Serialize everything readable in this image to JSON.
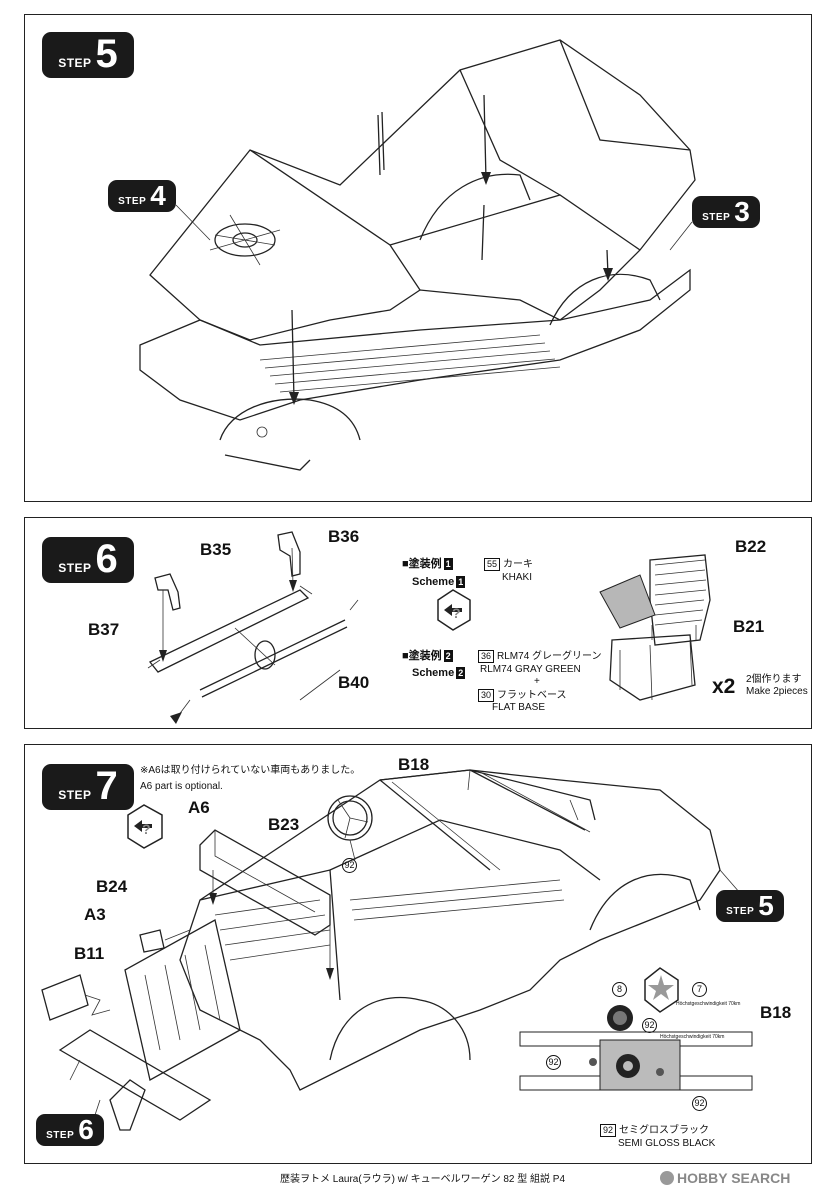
{
  "steps": {
    "s5": {
      "word": "STEP",
      "num": "5"
    },
    "s4": {
      "word": "STEP",
      "num": "4"
    },
    "s3": {
      "word": "STEP",
      "num": "3"
    },
    "s6": {
      "word": "STEP",
      "num": "6"
    },
    "s7": {
      "word": "STEP",
      "num": "7"
    },
    "s5ref": {
      "word": "STEP",
      "num": "5"
    },
    "s6ref": {
      "word": "STEP",
      "num": "6"
    }
  },
  "step6": {
    "parts": {
      "b35": "B35",
      "b36": "B36",
      "b37": "B37",
      "b40": "B40",
      "b22": "B22",
      "b21": "B21"
    },
    "scheme1": {
      "jp": "■塗装例",
      "num": "1",
      "en": "Scheme",
      "code": "55",
      "color_jp": "カーキ",
      "color_en": "KHAKI"
    },
    "scheme2": {
      "jp": "■塗装例",
      "num": "2",
      "en": "Scheme",
      "code1": "36",
      "color1_jp": "RLM74 グレーグリーン",
      "color1_en": "RLM74 GRAY GREEN",
      "plus": "+",
      "code2": "30",
      "color2_jp": "フラットベース",
      "color2_en": "FLAT BASE"
    },
    "times": "x2",
    "times_jp": "2個作ります",
    "times_en": "Make 2pieces"
  },
  "step7": {
    "note_jp": "※A6は取り付けられていない車両もありました。",
    "note_en": "A6 part is optional.",
    "parts": {
      "a6": "A6",
      "b18": "B18",
      "b23": "B23",
      "b24": "B24",
      "a3": "A3",
      "b11": "B11",
      "b18b": "B18"
    },
    "paint_92": "92",
    "detail": {
      "c8": "8",
      "c7": "7",
      "c92a": "92",
      "c92b": "92",
      "c92c": "92",
      "speed1": "Höchstgeschwindigkeit 70km",
      "speed2": "Höchstgeschwindigkeit 70km"
    },
    "gloss_code": "92",
    "gloss_jp": "セミグロスブラック",
    "gloss_en": "SEMI GLOSS BLACK"
  },
  "footer": {
    "caption": "歴装ヲトメ Laura(ラウラ) w/ キューベルワーゲン 82 型 組説 P4",
    "watermark": "HOBBY SEARCH"
  }
}
